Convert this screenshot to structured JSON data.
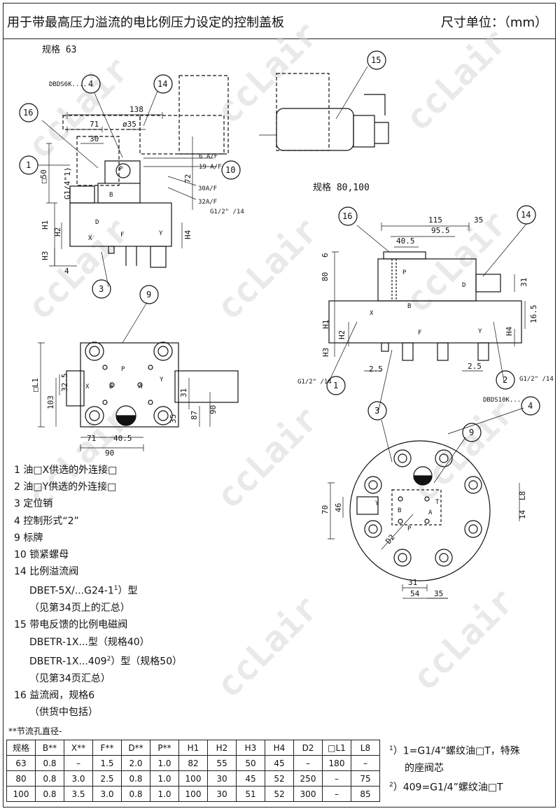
{
  "header": {
    "title": "用于带最高压力溢流的电比例压力设定的控制盖板",
    "unit": "尺寸单位：（mm）"
  },
  "watermark": "ccLair",
  "drawing1": {
    "size_label": "规格 63",
    "valve_label": "DBDS6K....",
    "dims": [
      "138",
      "71",
      "ø35",
      "30",
      "6 A/F",
      "19 A/F",
      "□50",
      "72",
      "G1/4\"1)",
      "30A/F",
      "32A/F",
      "G1/2\" /14",
      "H1",
      "H2",
      "H3",
      "H4",
      "4"
    ],
    "ports": [
      "P",
      "B",
      "X",
      "D",
      "F",
      "Y"
    ]
  },
  "drawing2": {
    "size_label": "规格 80,100",
    "dims": [
      "115",
      "35",
      "95.5",
      "40.5",
      "6",
      "80",
      "31",
      "16.5",
      "H1",
      "H2",
      "H3",
      "H4",
      "2.5",
      "2.5",
      "G1/2\" /14",
      "G1/2\" /14"
    ],
    "ports": [
      "X",
      "P",
      "D",
      "B",
      "F",
      "Y"
    ]
  },
  "drawing3": {
    "dims": [
      "□L1",
      "32.5",
      "103",
      "31",
      "87",
      "90",
      "35",
      "71",
      "40.5",
      "90"
    ],
    "ports": [
      "X",
      "B",
      "P",
      "A",
      "Y"
    ]
  },
  "drawing4": {
    "valve_label": "DBDS10K....",
    "dims": [
      "70",
      "46",
      "L8",
      "14",
      "D2",
      "31",
      "54",
      "35"
    ],
    "ports": [
      "Y",
      "B",
      "T",
      "P",
      "A"
    ]
  },
  "callouts": [
    "1",
    "2",
    "3",
    "4",
    "9",
    "10",
    "14",
    "15",
    "16"
  ],
  "legend": {
    "l1": "1 油□X供选的外连接□",
    "l2": "2 油□Y供选的外连接□",
    "l3": "3 定位销",
    "l4": "4 控制形式“2”",
    "l9": "9 标牌",
    "l10": "10 锁紧螺母",
    "l14": "14 比例溢流阀",
    "l14a_pre": "DBET-5X/...G24-1",
    "l14a_sup": "1",
    "l14a_post": "）型",
    "l14b": "（见第34页上的汇总）",
    "l15": "15 带电反馈的比例电磁阀",
    "l15a": "DBETR-1X...型（规格40）",
    "l15b_pre": "DBETR-1X...409",
    "l15b_sup": "2",
    "l15b_post": "）型（规格50）",
    "l15c": "（见第34页汇总）",
    "l16": "16 益流阀，规格6",
    "l16a": "（供货中包括）"
  },
  "table": {
    "caption": "**节流孔直径-",
    "headers": [
      "规格",
      "B**",
      "X**",
      "F**",
      "D**",
      "P**",
      "H1",
      "H2",
      "H3",
      "H4",
      "D2",
      "□L1",
      "L8"
    ],
    "rows": [
      [
        "63",
        "0.8",
        "–",
        "1.5",
        "2.0",
        "1.0",
        "82",
        "55",
        "50",
        "45",
        "–",
        "180",
        "–"
      ],
      [
        "80",
        "0.8",
        "3.0",
        "2.5",
        "0.8",
        "1.0",
        "100",
        "30",
        "45",
        "52",
        "250",
        "–",
        "75"
      ],
      [
        "100",
        "0.8",
        "3.5",
        "3.0",
        "0.8",
        "1.0",
        "100",
        "30",
        "51",
        "52",
        "300",
        "–",
        "85"
      ]
    ]
  },
  "notes": {
    "n1_sup": "1",
    "n1": "）1=G1/4”螺纹油□T，特殊",
    "n1b": "的座阀芯",
    "n2_sup": "2",
    "n2": "）409=G1/4”螺纹油□T"
  }
}
